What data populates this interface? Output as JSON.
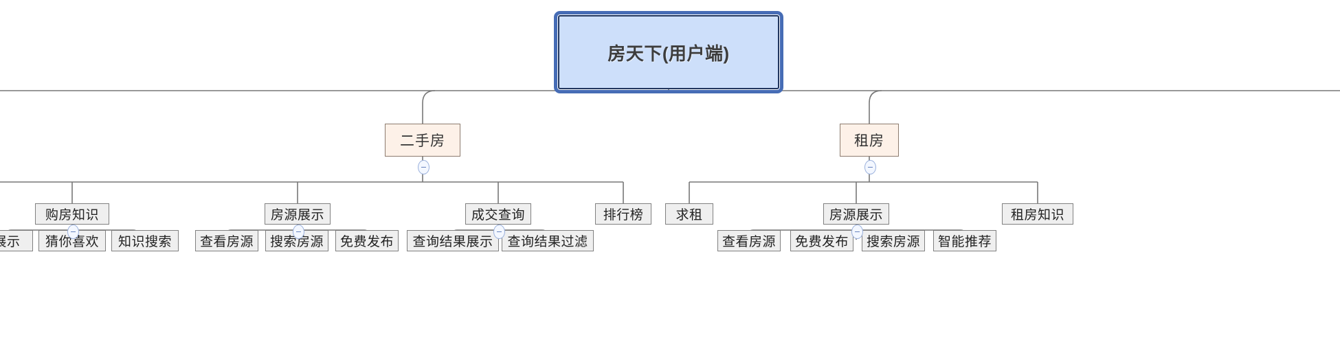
{
  "diagram": {
    "type": "mindmap-tree",
    "title": "房天下(用户端)",
    "orientation": "top-down",
    "colors": {
      "root_fill": "#cddffa",
      "root_border": "#21365e",
      "root_selection": "#466cb5",
      "category_fill": "#fdf1e8",
      "category_border": "#8c7b6e",
      "node_fill": "#efefef",
      "node_border": "#808080",
      "connector": "#777777",
      "toggle_border": "#9ab0dc",
      "toggle_fill": "#f3f7ff"
    }
  },
  "root": {
    "label": "房天下(用户端)",
    "selected": true
  },
  "categories": [
    {
      "label": "二手房",
      "toggle": "collapse-toggle"
    },
    {
      "label": "租房",
      "toggle": "collapse-toggle"
    }
  ],
  "branches": [
    {
      "label": "购房知识",
      "toggle": "collapse-toggle"
    },
    {
      "label": "房源展示",
      "toggle": "collapse-toggle"
    },
    {
      "label": "成交查询",
      "toggle": "collapse-toggle"
    },
    {
      "label": "排行榜",
      "toggle": null
    },
    {
      "label": "求租",
      "toggle": null
    },
    {
      "label": "房源展示",
      "toggle": "collapse-toggle"
    },
    {
      "label": "租房知识",
      "toggle": null
    }
  ],
  "leaves": [
    {
      "label": "展示"
    },
    {
      "label": "猜你喜欢"
    },
    {
      "label": "知识搜索"
    },
    {
      "label": "查看房源"
    },
    {
      "label": "搜索房源"
    },
    {
      "label": "免费发布"
    },
    {
      "label": "查询结果展示"
    },
    {
      "label": "查询结果过滤"
    },
    {
      "label": "查看房源"
    },
    {
      "label": "免费发布"
    },
    {
      "label": "搜索房源"
    },
    {
      "label": "智能推荐"
    }
  ],
  "toggle_glyph": "−"
}
